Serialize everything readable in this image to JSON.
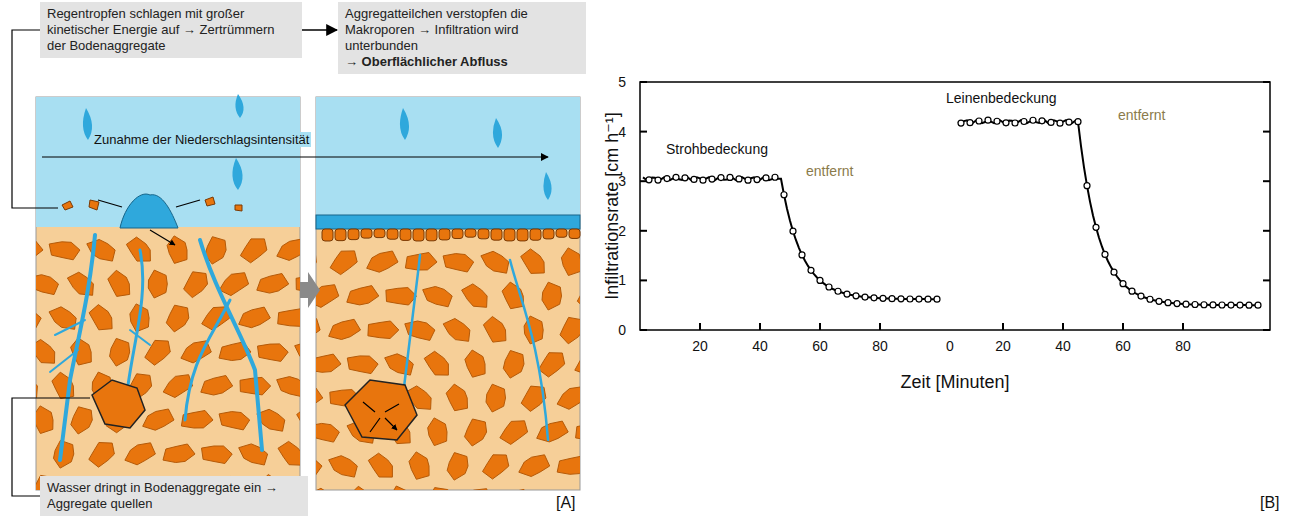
{
  "diagram": {
    "nodes": [
      {
        "text": [
          "Regentropfen schlagen mit großer kinetischer Energie auf → Zertrümmern der Bodenaggregate"
        ]
      },
      {
        "text": [
          "Aggregatteilchen verstopfen die Makroporen → Infiltration wird unterbunden",
          "→ Oberflächlicher Abfluss"
        ]
      },
      {
        "text": [
          "Wasser dringt in Bodenaggregate ein → Aggregate quellen"
        ]
      }
    ],
    "edges": [
      {
        "from": 0,
        "to": 1,
        "arrow": "to"
      }
    ],
    "labels": [
      "Zunahme der Niederschlagsintensität",
      "[A]",
      "Infiltrationsrate [cm h⁻¹]",
      "Zeit [Minuten]",
      "[B]",
      "0",
      "1",
      "2",
      "3",
      "4",
      "5",
      "20",
      "40",
      "60",
      "80",
      "0",
      "20",
      "40",
      "60",
      "80",
      "Strohbedeckung",
      "entfernt",
      "Leinenbedeckung",
      "entfernt"
    ]
  }
}
